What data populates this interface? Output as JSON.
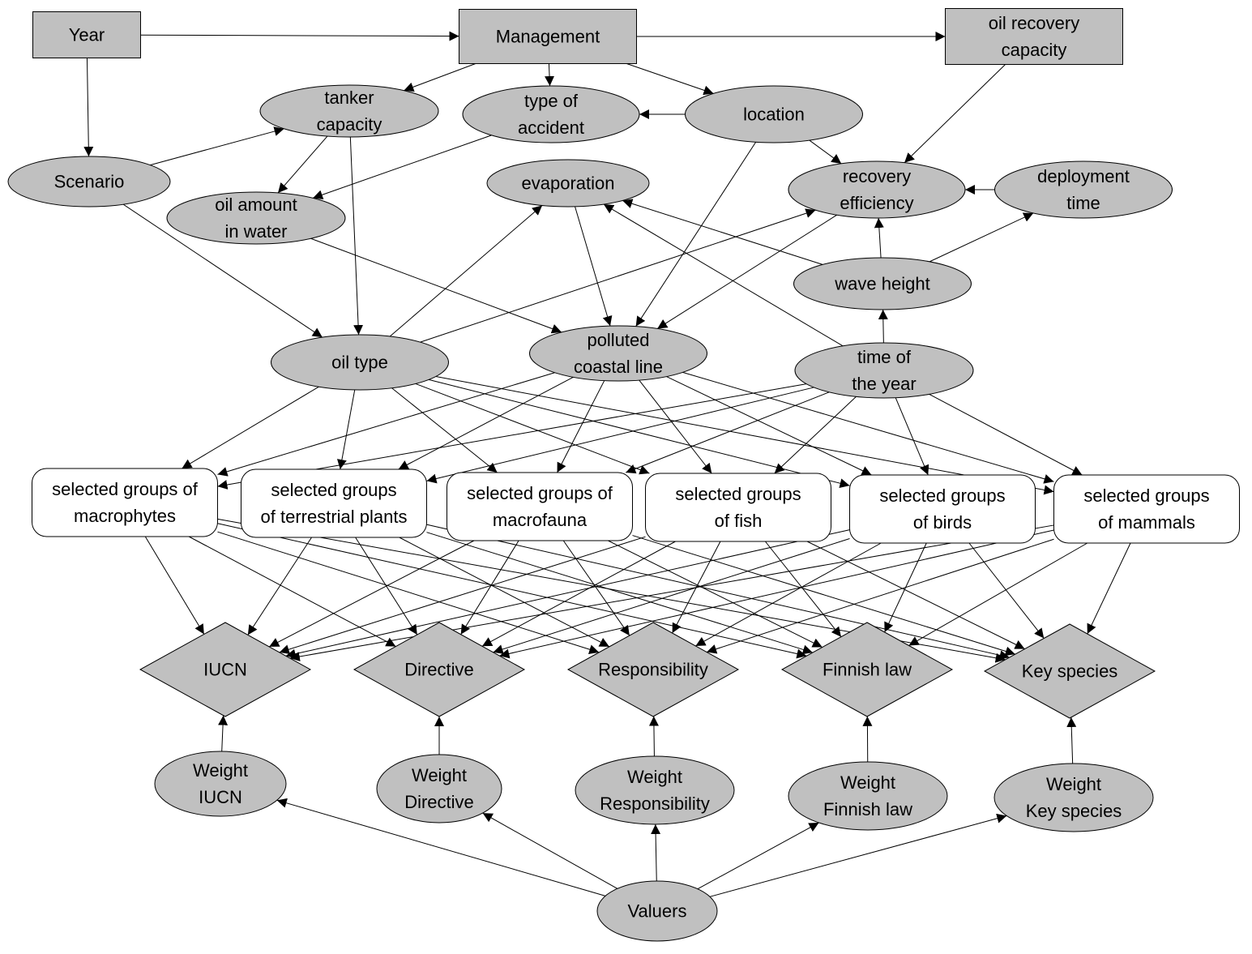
{
  "nodes": [
    {
      "id": "year",
      "shape": "rect",
      "fill": "#c0c0c0",
      "lines": [
        "Year"
      ]
    },
    {
      "id": "management",
      "shape": "rect",
      "fill": "#c0c0c0",
      "lines": [
        "Management"
      ]
    },
    {
      "id": "oil-recovery-capacity",
      "shape": "rect",
      "fill": "#c0c0c0",
      "lines": [
        "oil recovery",
        "capacity"
      ]
    },
    {
      "id": "tanker-capacity",
      "shape": "ellipse",
      "fill": "#c0c0c0",
      "lines": [
        "tanker",
        "capacity"
      ]
    },
    {
      "id": "type-of-accident",
      "shape": "ellipse",
      "fill": "#c0c0c0",
      "lines": [
        "type of",
        "accident"
      ]
    },
    {
      "id": "location",
      "shape": "ellipse",
      "fill": "#c0c0c0",
      "lines": [
        "location"
      ]
    },
    {
      "id": "scenario",
      "shape": "ellipse",
      "fill": "#c0c0c0",
      "lines": [
        "Scenario"
      ]
    },
    {
      "id": "oil-amount-in-water",
      "shape": "ellipse",
      "fill": "#c0c0c0",
      "lines": [
        "oil amount",
        "in water"
      ]
    },
    {
      "id": "evaporation",
      "shape": "ellipse",
      "fill": "#c0c0c0",
      "lines": [
        "evaporation"
      ]
    },
    {
      "id": "recovery-efficiency",
      "shape": "ellipse",
      "fill": "#c0c0c0",
      "lines": [
        "recovery",
        "efficiency"
      ]
    },
    {
      "id": "deployment-time",
      "shape": "ellipse",
      "fill": "#c0c0c0",
      "lines": [
        "deployment",
        "time"
      ]
    },
    {
      "id": "wave-height",
      "shape": "ellipse",
      "fill": "#c0c0c0",
      "lines": [
        "wave height"
      ]
    },
    {
      "id": "oil-type",
      "shape": "ellipse",
      "fill": "#c0c0c0",
      "lines": [
        "oil type"
      ]
    },
    {
      "id": "polluted-coastal-line",
      "shape": "ellipse",
      "fill": "#c0c0c0",
      "lines": [
        "polluted",
        "coastal line"
      ]
    },
    {
      "id": "time-of-the-year",
      "shape": "ellipse",
      "fill": "#c0c0c0",
      "lines": [
        "time of",
        "the year"
      ]
    },
    {
      "id": "macrophytes",
      "shape": "roundrect",
      "fill": "#ffffff",
      "lines": [
        "selected groups of",
        "macrophytes"
      ]
    },
    {
      "id": "terrestrial-plants",
      "shape": "roundrect",
      "fill": "#ffffff",
      "lines": [
        "selected groups",
        "of terrestrial plants"
      ]
    },
    {
      "id": "macrofauna",
      "shape": "roundrect",
      "fill": "#ffffff",
      "lines": [
        "selected groups of",
        "macrofauna"
      ]
    },
    {
      "id": "fish",
      "shape": "roundrect",
      "fill": "#ffffff",
      "lines": [
        "selected groups",
        "of fish"
      ]
    },
    {
      "id": "birds",
      "shape": "roundrect",
      "fill": "#ffffff",
      "lines": [
        "selected groups",
        "of birds"
      ]
    },
    {
      "id": "mammals",
      "shape": "roundrect",
      "fill": "#ffffff",
      "lines": [
        "selected groups",
        "of mammals"
      ]
    },
    {
      "id": "iucn",
      "shape": "diamond",
      "fill": "#c0c0c0",
      "lines": [
        "IUCN"
      ]
    },
    {
      "id": "directive",
      "shape": "diamond",
      "fill": "#c0c0c0",
      "lines": [
        "Directive"
      ]
    },
    {
      "id": "responsibility",
      "shape": "diamond",
      "fill": "#c0c0c0",
      "lines": [
        "Responsibility"
      ]
    },
    {
      "id": "finnish-law",
      "shape": "diamond",
      "fill": "#c0c0c0",
      "lines": [
        "Finnish law"
      ]
    },
    {
      "id": "key-species",
      "shape": "diamond",
      "fill": "#c0c0c0",
      "lines": [
        "Key species"
      ]
    },
    {
      "id": "weight-iucn",
      "shape": "ellipse",
      "fill": "#c0c0c0",
      "lines": [
        "Weight",
        "IUCN"
      ]
    },
    {
      "id": "weight-directive",
      "shape": "ellipse",
      "fill": "#c0c0c0",
      "lines": [
        "Weight",
        "Directive"
      ]
    },
    {
      "id": "weight-responsibility",
      "shape": "ellipse",
      "fill": "#c0c0c0",
      "lines": [
        "Weight",
        "Responsibility"
      ]
    },
    {
      "id": "weight-finnish-law",
      "shape": "ellipse",
      "fill": "#c0c0c0",
      "lines": [
        "Weight",
        "Finnish law"
      ]
    },
    {
      "id": "weight-key-species",
      "shape": "ellipse",
      "fill": "#c0c0c0",
      "lines": [
        "Weight",
        "Key species"
      ]
    },
    {
      "id": "valuers",
      "shape": "ellipse",
      "fill": "#c0c0c0",
      "lines": [
        "Valuers"
      ]
    }
  ],
  "edges": [
    [
      "year",
      "management"
    ],
    [
      "year",
      "scenario"
    ],
    [
      "management",
      "oil-recovery-capacity"
    ],
    [
      "management",
      "tanker-capacity"
    ],
    [
      "management",
      "type-of-accident"
    ],
    [
      "management",
      "location"
    ],
    [
      "oil-recovery-capacity",
      "recovery-efficiency"
    ],
    [
      "scenario",
      "tanker-capacity"
    ],
    [
      "scenario",
      "oil-type"
    ],
    [
      "tanker-capacity",
      "oil-amount-in-water"
    ],
    [
      "tanker-capacity",
      "oil-type"
    ],
    [
      "type-of-accident",
      "oil-amount-in-water"
    ],
    [
      "location",
      "type-of-accident"
    ],
    [
      "location",
      "recovery-efficiency"
    ],
    [
      "location",
      "polluted-coastal-line"
    ],
    [
      "oil-amount-in-water",
      "polluted-coastal-line"
    ],
    [
      "evaporation",
      "polluted-coastal-line"
    ],
    [
      "recovery-efficiency",
      "polluted-coastal-line"
    ],
    [
      "deployment-time",
      "recovery-efficiency"
    ],
    [
      "wave-height",
      "recovery-efficiency"
    ],
    [
      "wave-height",
      "deployment-time"
    ],
    [
      "wave-height",
      "evaporation"
    ],
    [
      "time-of-the-year",
      "wave-height"
    ],
    [
      "time-of-the-year",
      "evaporation"
    ],
    [
      "oil-type",
      "evaporation"
    ],
    [
      "oil-type",
      "recovery-efficiency"
    ],
    [
      "oil-type",
      "macrophytes"
    ],
    [
      "oil-type",
      "terrestrial-plants"
    ],
    [
      "oil-type",
      "macrofauna"
    ],
    [
      "oil-type",
      "fish"
    ],
    [
      "oil-type",
      "birds"
    ],
    [
      "oil-type",
      "mammals"
    ],
    [
      "polluted-coastal-line",
      "macrophytes"
    ],
    [
      "polluted-coastal-line",
      "terrestrial-plants"
    ],
    [
      "polluted-coastal-line",
      "macrofauna"
    ],
    [
      "polluted-coastal-line",
      "fish"
    ],
    [
      "polluted-coastal-line",
      "birds"
    ],
    [
      "polluted-coastal-line",
      "mammals"
    ],
    [
      "time-of-the-year",
      "macrophytes"
    ],
    [
      "time-of-the-year",
      "terrestrial-plants"
    ],
    [
      "time-of-the-year",
      "macrofauna"
    ],
    [
      "time-of-the-year",
      "fish"
    ],
    [
      "time-of-the-year",
      "birds"
    ],
    [
      "time-of-the-year",
      "mammals"
    ],
    [
      "macrophytes",
      "iucn"
    ],
    [
      "macrophytes",
      "directive"
    ],
    [
      "macrophytes",
      "responsibility"
    ],
    [
      "macrophytes",
      "finnish-law"
    ],
    [
      "macrophytes",
      "key-species"
    ],
    [
      "terrestrial-plants",
      "iucn"
    ],
    [
      "terrestrial-plants",
      "directive"
    ],
    [
      "terrestrial-plants",
      "responsibility"
    ],
    [
      "terrestrial-plants",
      "finnish-law"
    ],
    [
      "terrestrial-plants",
      "key-species"
    ],
    [
      "macrofauna",
      "iucn"
    ],
    [
      "macrofauna",
      "directive"
    ],
    [
      "macrofauna",
      "responsibility"
    ],
    [
      "macrofauna",
      "finnish-law"
    ],
    [
      "macrofauna",
      "key-species"
    ],
    [
      "fish",
      "iucn"
    ],
    [
      "fish",
      "directive"
    ],
    [
      "fish",
      "responsibility"
    ],
    [
      "fish",
      "finnish-law"
    ],
    [
      "fish",
      "key-species"
    ],
    [
      "birds",
      "iucn"
    ],
    [
      "birds",
      "directive"
    ],
    [
      "birds",
      "responsibility"
    ],
    [
      "birds",
      "finnish-law"
    ],
    [
      "birds",
      "key-species"
    ],
    [
      "mammals",
      "iucn"
    ],
    [
      "mammals",
      "directive"
    ],
    [
      "mammals",
      "responsibility"
    ],
    [
      "mammals",
      "finnish-law"
    ],
    [
      "mammals",
      "key-species"
    ],
    [
      "weight-iucn",
      "iucn"
    ],
    [
      "weight-directive",
      "directive"
    ],
    [
      "weight-responsibility",
      "responsibility"
    ],
    [
      "weight-finnish-law",
      "finnish-law"
    ],
    [
      "weight-key-species",
      "key-species"
    ],
    [
      "valuers",
      "weight-iucn"
    ],
    [
      "valuers",
      "weight-directive"
    ],
    [
      "valuers",
      "weight-responsibility"
    ],
    [
      "valuers",
      "weight-finnish-law"
    ],
    [
      "valuers",
      "weight-key-species"
    ]
  ]
}
